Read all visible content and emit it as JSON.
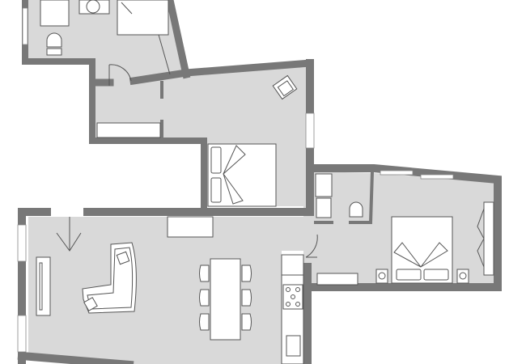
{
  "plan": {
    "colors": {
      "wall": "#787878",
      "floor": "#d9d9d9",
      "furniture": "#ffffff",
      "outline": "#555555"
    },
    "rooms": [
      "bathroom",
      "hallway",
      "bedroom",
      "living-room",
      "kitchen",
      "ensuite-bathroom",
      "master-bedroom"
    ]
  }
}
